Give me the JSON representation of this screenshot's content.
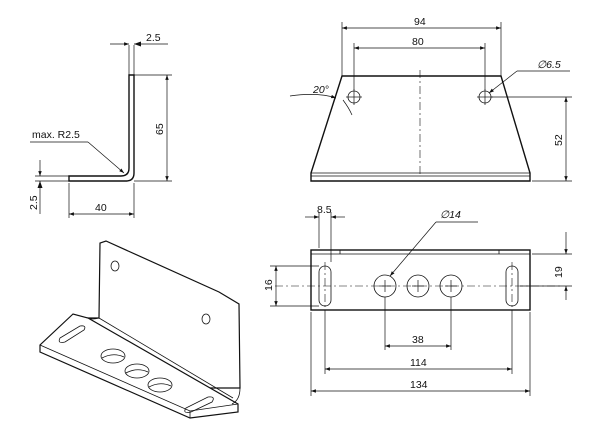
{
  "dimensions": {
    "side_thickness": "2.5",
    "side_height": "65",
    "side_width": "40",
    "side_foot_thickness": "2.5",
    "bend_radius": "max. R2.5",
    "top_width": "94",
    "hole_spacing_top": "80",
    "angle": "20°",
    "hole_diameter_small": "∅6.5",
    "height_front": "52",
    "slot_offset": "8.5",
    "hole_diameter_large": "∅14",
    "slot_height": "16",
    "slot_top_offset": "19",
    "hole_pitch": "38",
    "slot_spacing": "114",
    "total_length": "134"
  }
}
